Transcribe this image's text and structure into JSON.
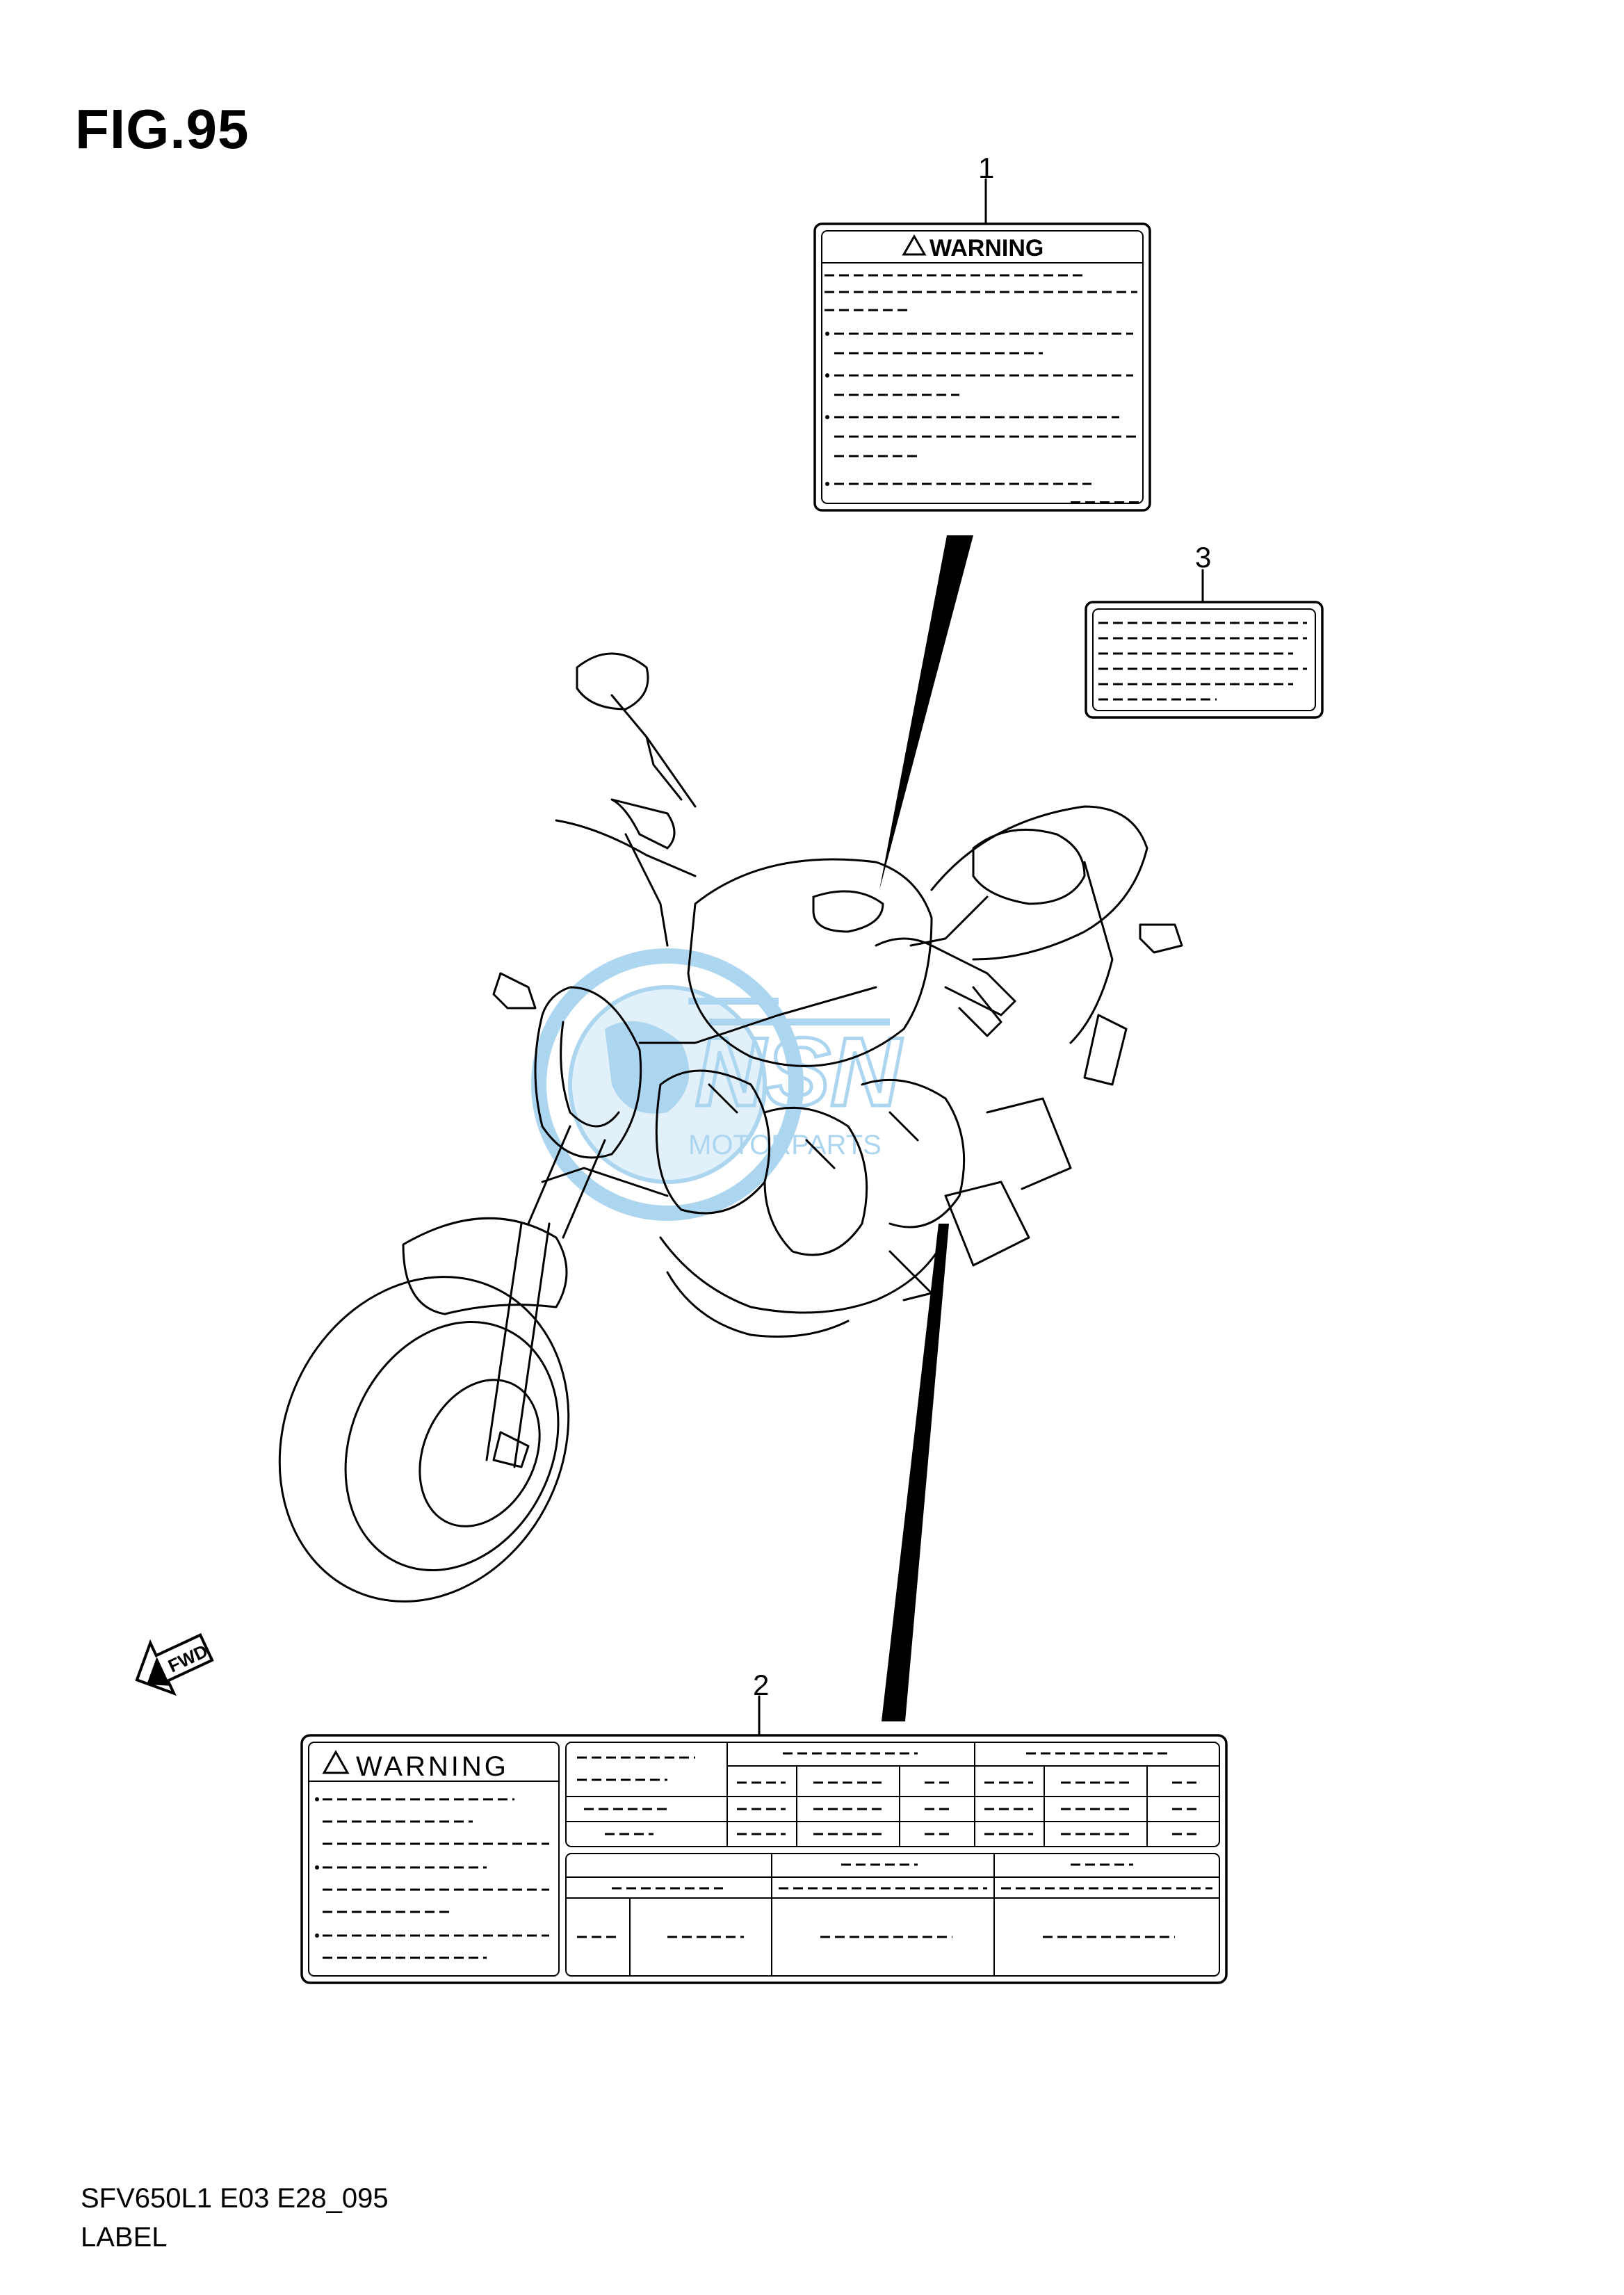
{
  "figure": {
    "title": "FIG.95",
    "code": "SFV650L1 E03 E28_095",
    "caption": "LABEL"
  },
  "parts": [
    {
      "number": "1"
    },
    {
      "number": "2"
    },
    {
      "number": "3"
    }
  ],
  "labels": {
    "warning_text": "WARNING",
    "fwd_text": "FWD"
  },
  "watermark": {
    "text": "MOTORPARTS",
    "color": "#4aa3df"
  }
}
